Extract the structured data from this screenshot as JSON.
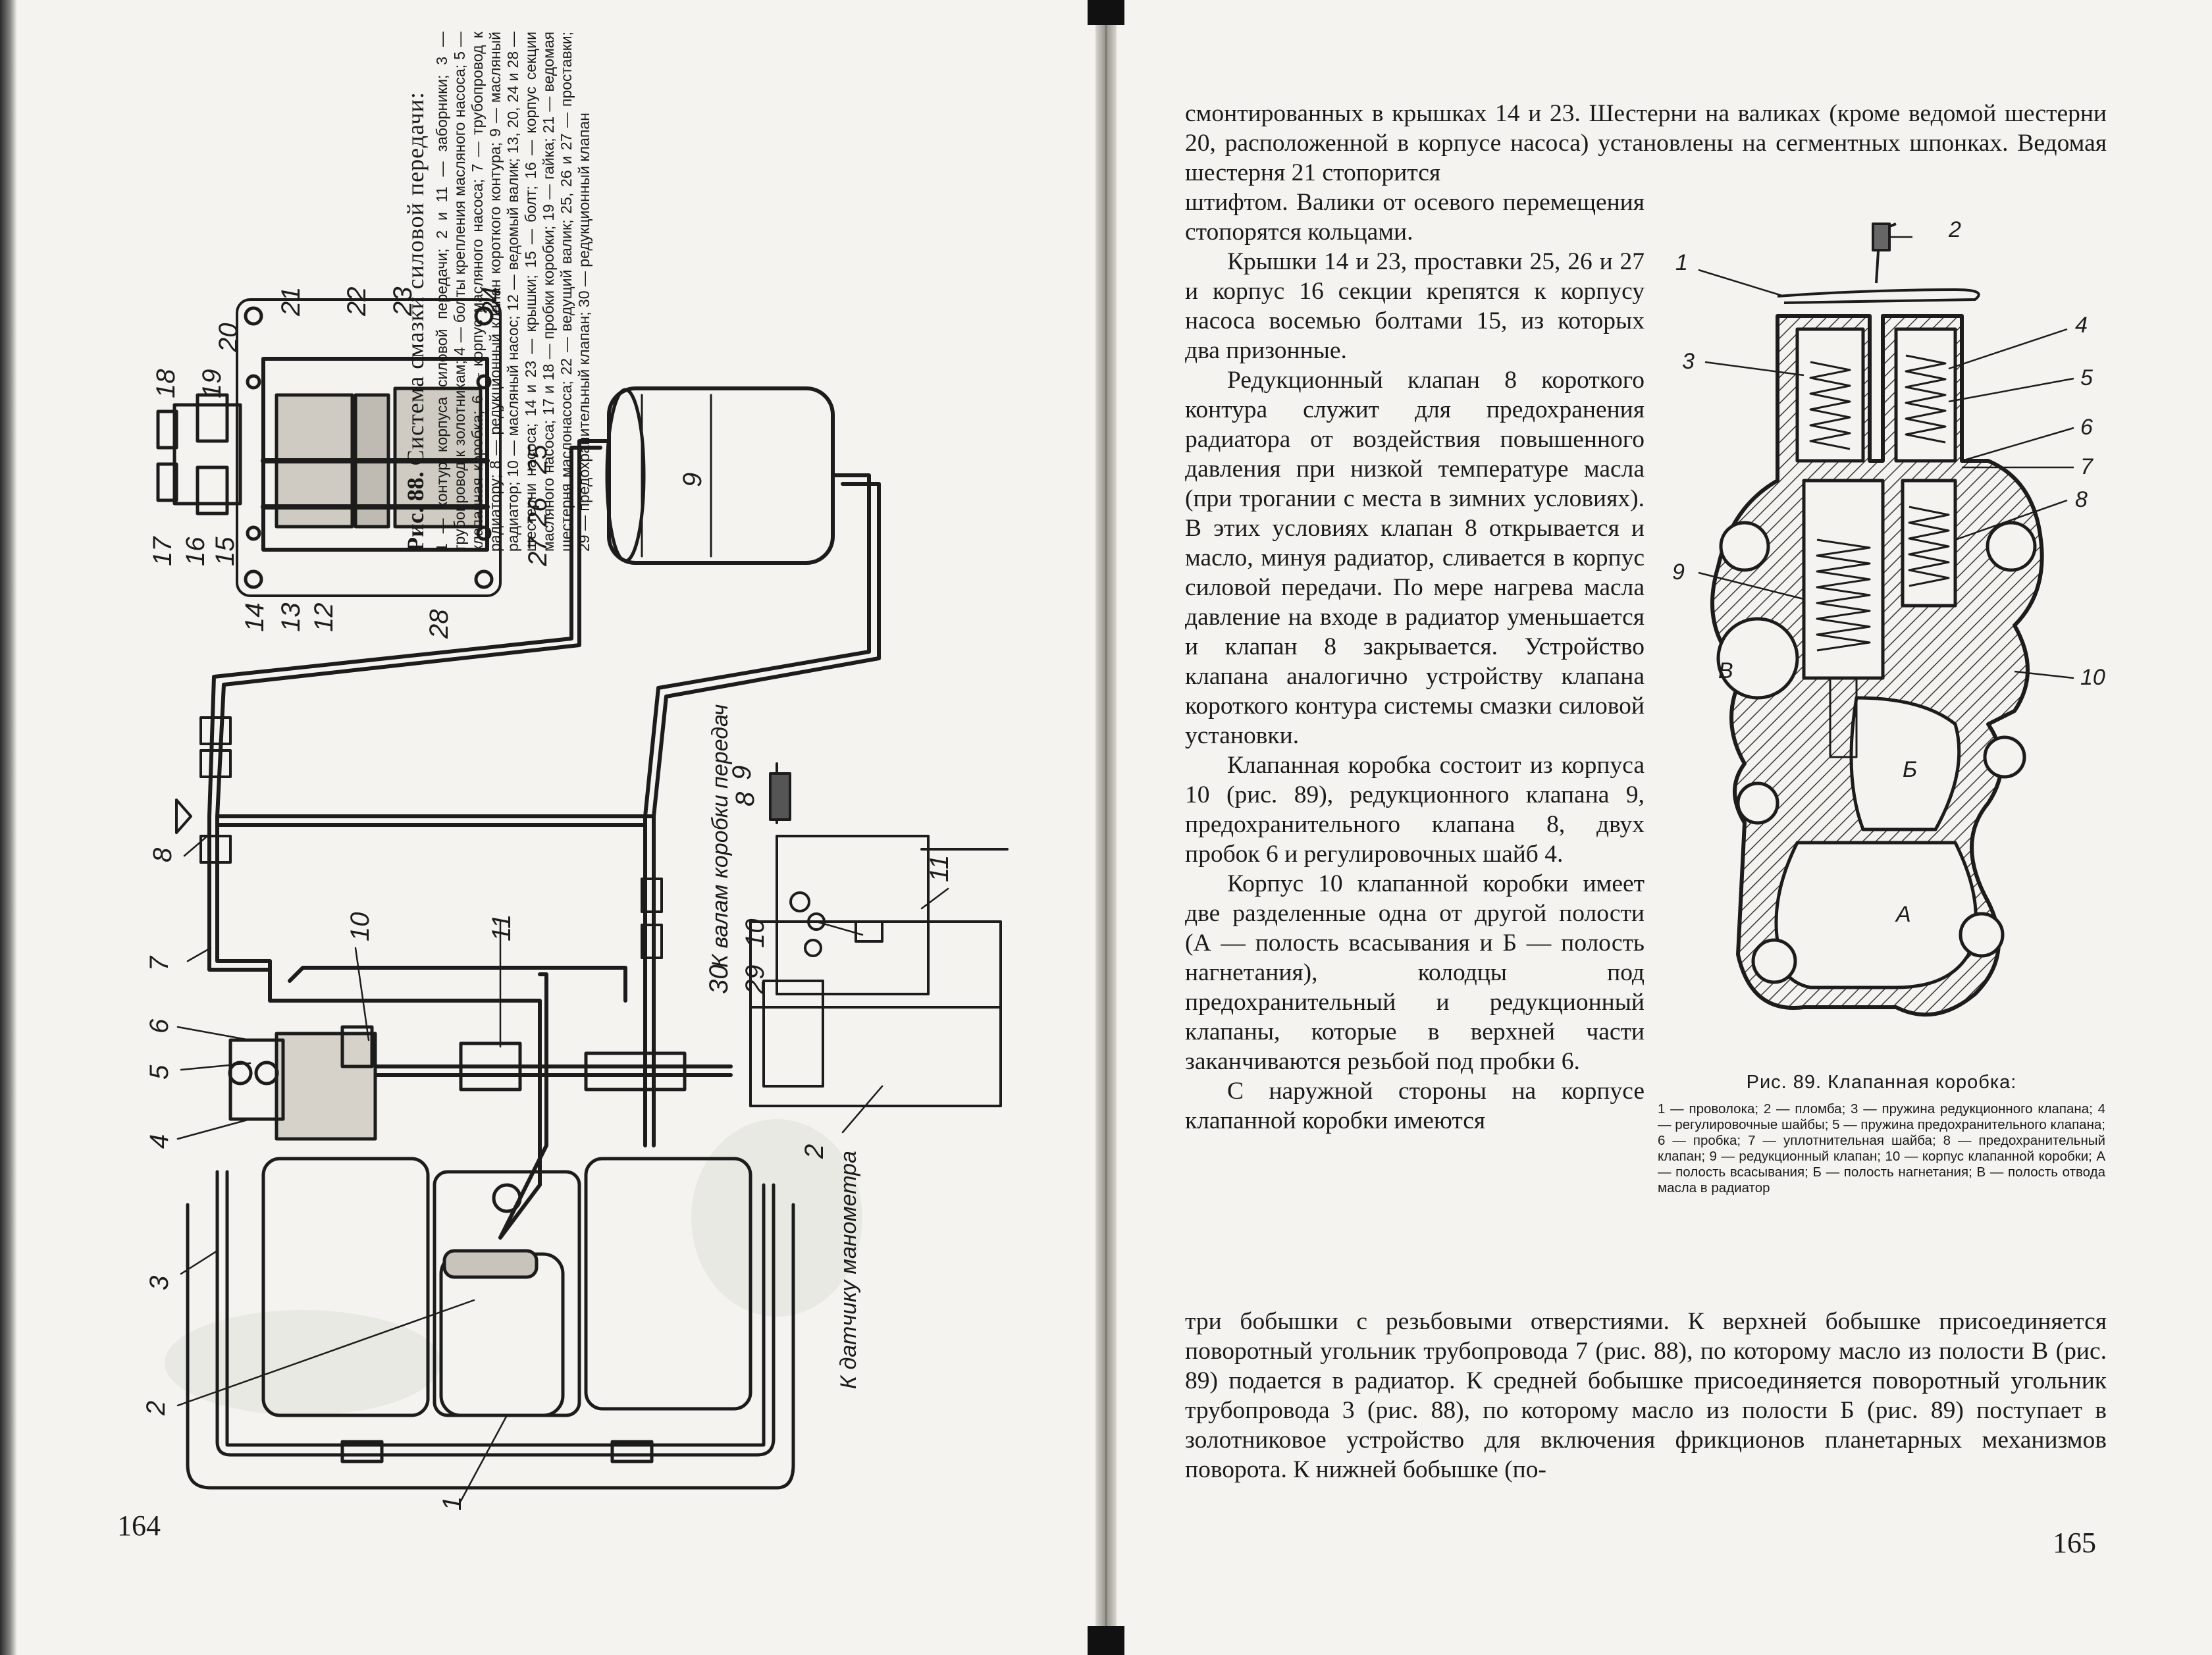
{
  "page_numbers": {
    "left": "164",
    "right": "165"
  },
  "fig88": {
    "caption_title_prefix": "Рис. 88.",
    "caption_title_text": "Система смазки силовой передачи:",
    "caption_body": "1 — контур корпуса силовой передачи; 2 и 11 — заборники; 3 — трубопровод к золотникам; 4 — болты крепления масляного насоса; 5 — клапанная коробка; 6 — корпус масляного насоса; 7 — трубопровод к радиатору; 8 — редукционный клапан короткого контура; 9 — масляный радиатор; 10 — масляный насос; 12 — ведомый валик; 13, 20, 24 и 28 — шестерни насоса; 14 и 23 — крышки; 15 — болт; 16 — корпус секции масляного насоса; 17 и 18 — пробки коробки; 19 — гайка; 21 — ведомая шестерня маслонасоса; 22 — ведущий валик; 25, 26 и 27 — проставки; 29 — предохранительный клапан; 30 — редукционный клапан",
    "insert_label": "К валам коробки передач",
    "gauge_label": "К датчику манометра",
    "callouts": [
      "1",
      "2",
      "3",
      "4",
      "5",
      "6",
      "7",
      "8",
      "9",
      "10",
      "11",
      "12",
      "13",
      "14",
      "15",
      "16",
      "17",
      "18",
      "19",
      "20",
      "21",
      "22",
      "23",
      "24",
      "25",
      "26",
      "27",
      "28",
      "29",
      "30"
    ]
  },
  "fig89": {
    "caption_title": "Рис. 89. Клапанная коробка:",
    "caption_body": "1 — проволока; 2 — пломба; 3 — пружина редукционного клапана; 4 — регулировочные шайбы; 5 — пружина предохранительного клапана; 6 — пробка; 7 — уплотнительная шайба; 8 — предохранительный клапан; 9 — редукционный клапан; 10 — корпус клапанной коробки; А — полость всасывания; Б — полость нагнетания; В — полость отвода масла в радиатор",
    "callouts": [
      "1",
      "2",
      "3",
      "4",
      "5",
      "6",
      "7",
      "8",
      "9",
      "10",
      "А",
      "Б",
      "В"
    ]
  },
  "text": {
    "top": "смонтированных в крышках 14 и 23. Шестерни на валиках (кроме ведомой шестерни 20, расположенной в корпусе насоса) установлены на сегментных шпонках. Ведомая шестерня 21 стопорится",
    "p1_cont": "штифтом. Валики от осевого перемещения стопорятся кольцами.",
    "p2": "Крышки 14 и 23, проставки 25, 26 и 27 и корпус 16 секции крепятся к корпусу насоса восемью болтами 15, из которых два призонные.",
    "p3": "Редукционный клапан 8 короткого контура служит для предохранения радиатора от воздействия повышенного давления при низкой температуре масла (при трогании с места в зимних условиях). В этих условиях клапан 8 открывается и масло, минуя радиатор, сливается в корпус силовой передачи. По мере нагрева масла давление на входе в радиатор уменьшается и клапан 8 закрывается. Устройство клапана аналогично устройству клапана короткого контура системы смазки силовой установки.",
    "p4": "Клапанная коробка состоит из корпуса 10 (рис. 89), редукционного клапана 9, предохранительного клапана 8, двух пробок 6 и регулировочных шайб 4.",
    "p5": "Корпус 10 клапанной коробки имеет две разделенные одна от другой полости (А — полость всасывания и Б — полость нагнетания), колодцы под предохранительный и редукционный клапаны, которые в верхней части заканчиваются резьбой под пробки 6.",
    "p6_start": "С наружной стороны на корпусе клапанной коробки имеются",
    "bottom": "три бобышки с резьбовыми отверстиями. К верхней бобышке присоединяется поворотный угольник трубопровода 7 (рис. 88), по которому масло из полости В (рис. 89) подается в радиатор. К средней бобышке присоединяется поворотный угольник трубопровода 3 (рис. 88), по которому масло из полости Б (рис. 89) поступает в золотниковое устройство для включения фрикционов планетарных механизмов поворота. К нижней бобышке (по-"
  }
}
